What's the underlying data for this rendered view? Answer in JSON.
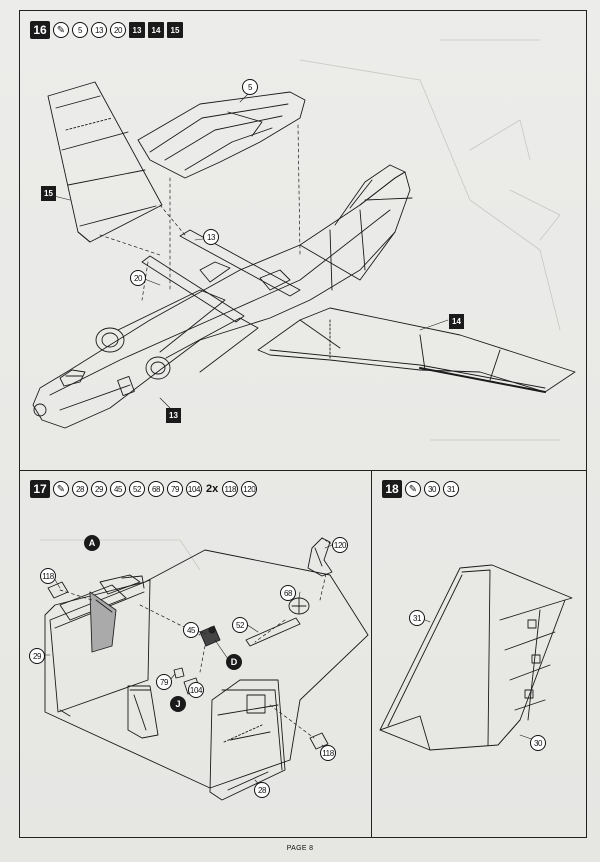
{
  "page_footer": "PAGE 8",
  "steps": [
    {
      "number": "16",
      "glue_icon": "glue-icon",
      "parts": [
        "5",
        "13",
        "20"
      ],
      "black_parts": [
        "13",
        "14",
        "15"
      ],
      "callouts": {
        "upper_fuselage": "5",
        "left_wing": "15",
        "part_13_upper": "13",
        "part_20": "20",
        "right_wing": "14",
        "part_13_lower": "13"
      }
    },
    {
      "number": "17",
      "glue_icon": "glue-icon",
      "parts": [
        "28",
        "29",
        "45",
        "52",
        "68",
        "79",
        "104"
      ],
      "multiplier": "2x",
      "multiplied_parts": [
        "118",
        "120"
      ],
      "callouts": {
        "paint_a": "A",
        "part_120": "120",
        "part_118_top": "118",
        "part_68": "68",
        "part_45": "45",
        "part_52": "52",
        "part_29": "29",
        "paint_d": "D",
        "part_79": "79",
        "part_104": "104",
        "paint_j": "J",
        "part_118_bottom": "118",
        "part_28": "28"
      }
    },
    {
      "number": "18",
      "glue_icon": "glue-icon",
      "parts": [
        "30",
        "31"
      ],
      "callouts": {
        "part_31": "31",
        "part_30": "30"
      }
    }
  ]
}
